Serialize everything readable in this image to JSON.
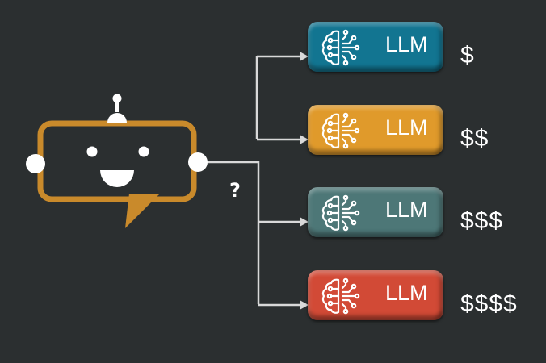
{
  "diagram": {
    "router": {
      "label": "chatbot-router",
      "question_mark": "?",
      "frame_color": "#c98a2b"
    },
    "connector_color": "#d9d9d9",
    "models": [
      {
        "label": "LLM",
        "cost": "$",
        "color": "#127591"
      },
      {
        "label": "LLM",
        "cost": "$$",
        "color": "#e09a2b"
      },
      {
        "label": "LLM",
        "cost": "$$$",
        "color": "#4d7777"
      },
      {
        "label": "LLM",
        "cost": "$$$$",
        "color": "#d24a36"
      }
    ]
  }
}
